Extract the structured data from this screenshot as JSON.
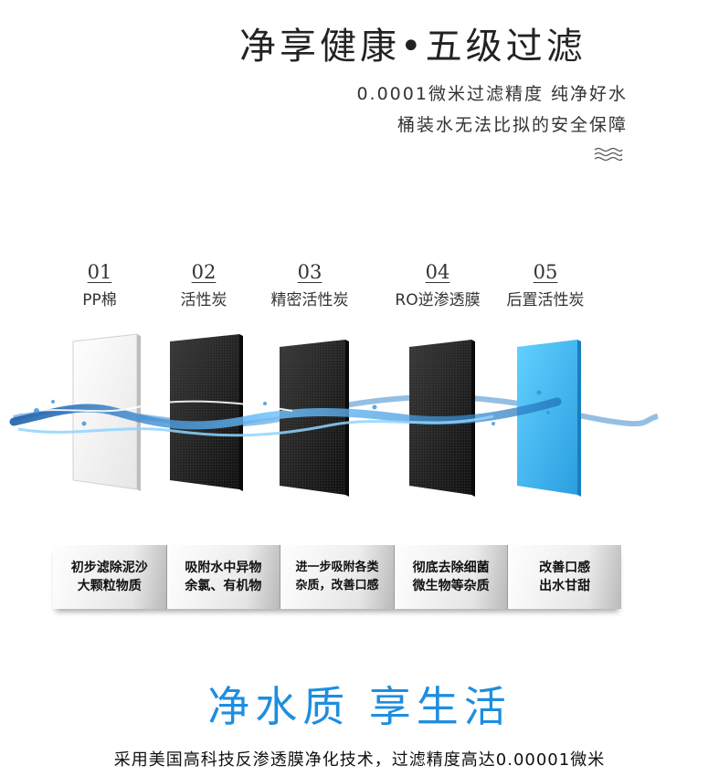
{
  "header": {
    "title": "净享健康•五级过滤",
    "subtitle_line1": "0.0001微米过滤精度  纯净好水",
    "subtitle_line2": "桶装水无法比拟的安全保障"
  },
  "stages": [
    {
      "number": "01",
      "name": "PP棉",
      "desc_line1": "初步滤除泥沙",
      "desc_line2": "大颗粒物质",
      "panel_color": "#f5f5f5"
    },
    {
      "number": "02",
      "name": "活性炭",
      "desc_line1": "吸附水中异物",
      "desc_line2": "余氯、有机物",
      "panel_color": "#222222"
    },
    {
      "number": "03",
      "name": "精密活性炭",
      "desc_line1": "进一步吸附各类",
      "desc_line2": "杂质，改善口感",
      "panel_color": "#1e1e1e"
    },
    {
      "number": "04",
      "name": "RO逆渗透膜",
      "desc_line1": "彻底去除细菌",
      "desc_line2": "微生物等杂质",
      "panel_color": "#1c1c1c"
    },
    {
      "number": "05",
      "name": "后置活性炭",
      "desc_line1": "改善口感",
      "desc_line2": "出水甘甜",
      "panel_color": "#3fb6ef"
    }
  ],
  "slogan": "净水质  享生活",
  "footnote": "采用美国高科技反渗透膜净化技术，过滤精度高达0.00001微米",
  "colors": {
    "accent_blue": "#1d8ee0",
    "water_blue": "#2a7fc8"
  },
  "icons": {
    "wave": "wave-lines-icon"
  }
}
